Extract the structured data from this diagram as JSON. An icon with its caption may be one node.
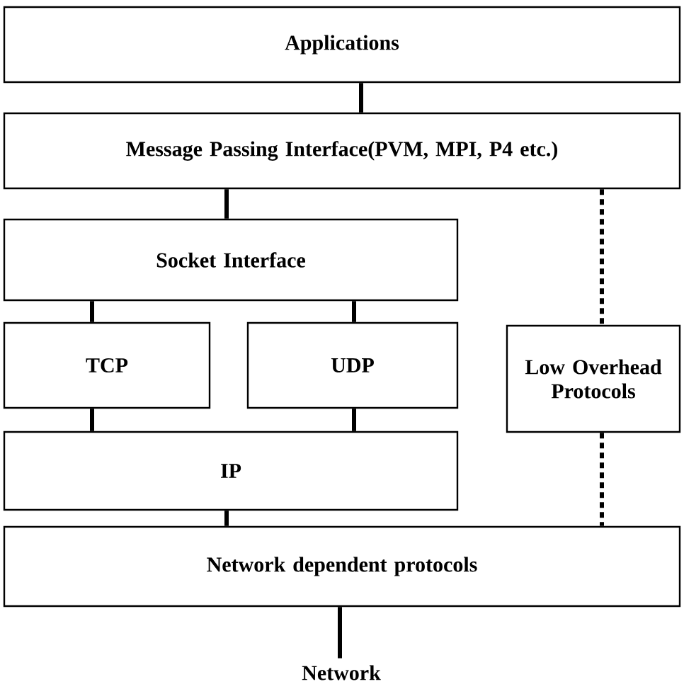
{
  "diagram": {
    "nodes": [
      {
        "text": [
          "Applications"
        ]
      },
      {
        "text": [
          "Message Passing Interface(PVM, MPI, P4 etc.)"
        ]
      },
      {
        "text": [
          "Socket Interface"
        ]
      },
      {
        "text": [
          "TCP"
        ]
      },
      {
        "text": [
          "UDP"
        ]
      },
      {
        "text": [
          "Low Overhead Protocols"
        ]
      },
      {
        "text": [
          "IP"
        ]
      },
      {
        "text": [
          "Network dependent protocols"
        ]
      },
      {
        "text": [
          "Network"
        ]
      }
    ],
    "edges": [
      {
        "from": 0,
        "to": 1,
        "arrow": "none"
      },
      {
        "from": 1,
        "to": 2,
        "arrow": "none"
      },
      {
        "from": 2,
        "to": 3,
        "arrow": "none"
      },
      {
        "from": 2,
        "to": 4,
        "arrow": "none"
      },
      {
        "from": 3,
        "to": 6,
        "arrow": "none"
      },
      {
        "from": 4,
        "to": 6,
        "arrow": "none"
      },
      {
        "from": 6,
        "to": 7,
        "arrow": "none"
      },
      {
        "from": 1,
        "to": 5,
        "arrow": "none",
        "style": "dashed"
      },
      {
        "from": 5,
        "to": 7,
        "arrow": "none",
        "style": "dashed"
      },
      {
        "from": 7,
        "to": 8,
        "arrow": "none"
      }
    ]
  }
}
